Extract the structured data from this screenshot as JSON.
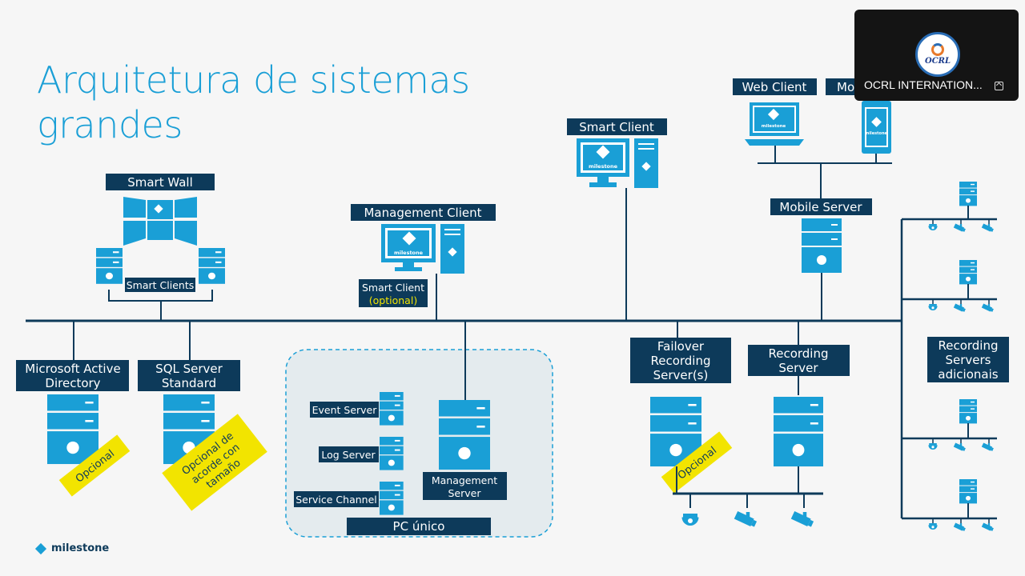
{
  "title": "Arquitetura de sistemas grandes",
  "title_line1": "Arquitetura de sistemas",
  "title_line2": "grandes",
  "labels": {
    "smart_wall": "Smart Wall",
    "smart_clients": "Smart Clients",
    "management_client": "Management Client",
    "smart_client_optional": "Smart Client",
    "optional": "(optional)",
    "smart_client": "Smart Client",
    "web_client": "Web Client",
    "mobile_client_partial": "Mo",
    "mobile_server": "Mobile Server",
    "ms_ad_1": "Microsoft Active",
    "ms_ad_2": "Directory",
    "sql_1": "SQL Server",
    "sql_2": "Standard",
    "event_server": "Event Server",
    "log_server": "Log Server",
    "service_channel": "Service Channel",
    "mgmt_server_1": "Management",
    "mgmt_server_2": "Server",
    "pc_unico": "PC único",
    "failover_1": "Failover",
    "failover_2": "Recording",
    "failover_3": "Server(s)",
    "recording_1": "Recording",
    "recording_2": "Server",
    "rec_add_1": "Recording",
    "rec_add_2": "Servers",
    "rec_add_3": "adicionais",
    "opcional": "Opcional",
    "opcional_tamanho_1": "Opcional de",
    "opcional_tamanho_2": "acorde con",
    "opcional_tamanho_3": "tamaño",
    "brand": "milestone"
  },
  "overlay": {
    "name": "OCRL INTERNATION...",
    "avatar_text": "OCRL"
  },
  "colors": {
    "accent": "#1a9fd6",
    "label_bg": "#0d3a5a",
    "note_bg": "#f2e400",
    "line": "#0d3a5a",
    "optional_text": "#f2e400"
  }
}
